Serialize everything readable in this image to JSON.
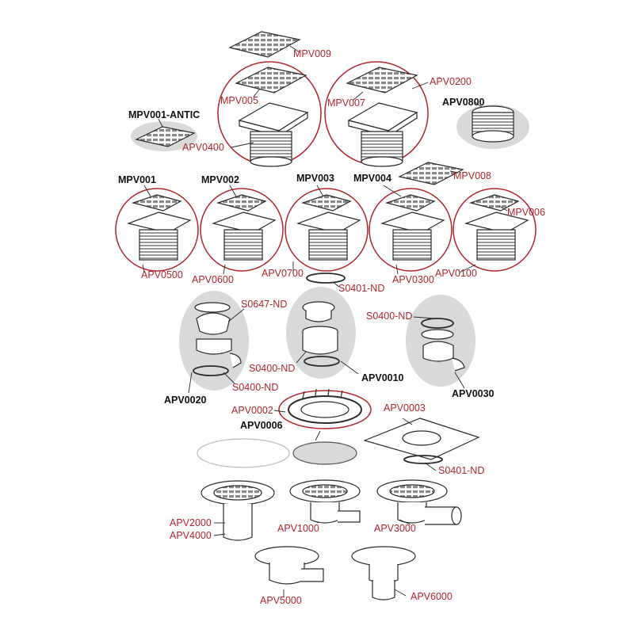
{
  "colors": {
    "label_red": "#b0262b",
    "label_black": "#111111",
    "outline": "#2a2a2a",
    "highlight_fill": "#d9d9d9",
    "circle_stroke": "#b0262b"
  },
  "labels": {
    "mpv009": "MPV009",
    "mpv005": "MPV005",
    "mpv007": "MPV007",
    "apv0200": "APV0200",
    "apv0800": "APV0800",
    "mpv001_antic": "MPV001-ANTIC",
    "apv0400": "APV0400",
    "mpv008": "MPV008",
    "mpv001": "MPV001",
    "mpv002": "MPV002",
    "mpv003": "MPV003",
    "mpv004": "MPV004",
    "mpv006": "MPV006",
    "apv0500": "APV0500",
    "apv0600": "APV0600",
    "apv0700": "APV0700",
    "s0401_nd_top": "S0401-ND",
    "apv0300": "APV0300",
    "apv0100": "APV0100",
    "s0647_nd": "S0647-ND",
    "s0400_nd_right": "S0400-ND",
    "s0400_nd_mid": "S0400-ND",
    "apv0010": "APV0010",
    "s0400_nd_left": "S0400-ND",
    "apv0020": "APV0020",
    "apv0030": "APV0030",
    "apv0002": "APV0002",
    "apv0003": "APV0003",
    "apv0006": "APV0006",
    "s0401_nd_bottom": "S0401-ND",
    "apv2000": "APV2000",
    "apv4000": "APV4000",
    "apv1000": "APV1000",
    "apv3000": "APV3000",
    "apv5000": "APV5000",
    "apv6000": "APV6000"
  }
}
